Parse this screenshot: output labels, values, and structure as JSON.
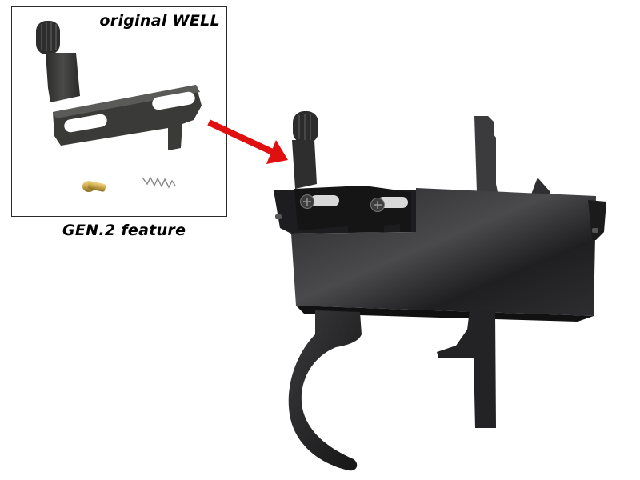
{
  "inset": {
    "title": "original WELL",
    "caption": "GEN.2 feature",
    "parts": [
      "safety-lever",
      "brass-detent-pin",
      "spring"
    ]
  },
  "main_photo": {
    "subject": "trigger-box-assembly",
    "parts": [
      "safety-lever",
      "trigger-box-body",
      "curved-trigger",
      "sear-lever",
      "upper-sear-blade",
      "retaining-screws"
    ]
  },
  "annotation": {
    "arrow_color": "#e01010",
    "arrow_direction": "from-inset-to-safety-lever"
  },
  "colors": {
    "background": "#ffffff",
    "metal_dark": "#1c1c1e",
    "metal_mid": "#3a3a3c",
    "brass": "#c9a646",
    "border": "#2a2a2a",
    "text": "#000000"
  }
}
